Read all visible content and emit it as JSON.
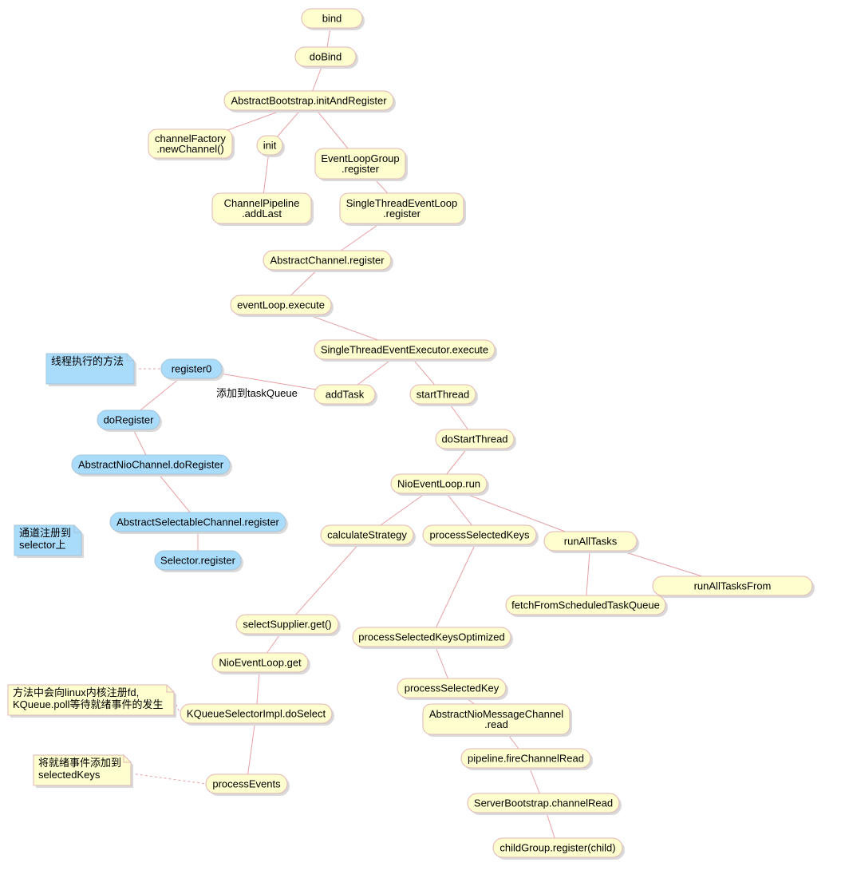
{
  "nodes": [
    {
      "id": "bind",
      "lines": [
        "bind"
      ],
      "color": "yellow"
    },
    {
      "id": "doBind",
      "lines": [
        "doBind"
      ],
      "color": "yellow"
    },
    {
      "id": "initAndRegister",
      "lines": [
        "AbstractBootstrap.initAndRegister"
      ],
      "color": "yellow"
    },
    {
      "id": "newChannel",
      "lines": [
        "channelFactory",
        ".newChannel()"
      ],
      "color": "yellow"
    },
    {
      "id": "init",
      "lines": [
        "init"
      ],
      "color": "yellow"
    },
    {
      "id": "elgRegister",
      "lines": [
        "EventLoopGroup",
        ".register"
      ],
      "color": "yellow"
    },
    {
      "id": "addLast",
      "lines": [
        "ChannelPipeline",
        ".addLast"
      ],
      "color": "yellow"
    },
    {
      "id": "steRegister",
      "lines": [
        "SingleThreadEventLoop",
        ".register"
      ],
      "color": "yellow"
    },
    {
      "id": "acRegister",
      "lines": [
        "AbstractChannel.register"
      ],
      "color": "yellow"
    },
    {
      "id": "elExecute",
      "lines": [
        "eventLoop.execute"
      ],
      "color": "yellow"
    },
    {
      "id": "steeExecute",
      "lines": [
        "SingleThreadEventExecutor.execute"
      ],
      "color": "yellow"
    },
    {
      "id": "register0",
      "lines": [
        "register0"
      ],
      "color": "blue"
    },
    {
      "id": "addTask",
      "lines": [
        "addTask"
      ],
      "color": "yellow"
    },
    {
      "id": "startThread",
      "lines": [
        "startThread"
      ],
      "color": "yellow"
    },
    {
      "id": "doRegister",
      "lines": [
        "doRegister"
      ],
      "color": "blue"
    },
    {
      "id": "doStartThread",
      "lines": [
        "doStartThread"
      ],
      "color": "yellow"
    },
    {
      "id": "ancDoRegister",
      "lines": [
        "AbstractNioChannel.doRegister"
      ],
      "color": "blue"
    },
    {
      "id": "nelRun",
      "lines": [
        "NioEventLoop.run"
      ],
      "color": "yellow"
    },
    {
      "id": "ascRegister",
      "lines": [
        "AbstractSelectableChannel.register"
      ],
      "color": "blue"
    },
    {
      "id": "calcStrategy",
      "lines": [
        "calculateStrategy"
      ],
      "color": "yellow"
    },
    {
      "id": "procSelKeys",
      "lines": [
        "processSelectedKeys"
      ],
      "color": "yellow"
    },
    {
      "id": "runAllTasks",
      "lines": [
        "runAllTasks"
      ],
      "color": "yellow"
    },
    {
      "id": "selRegister",
      "lines": [
        "Selector.register"
      ],
      "color": "blue"
    },
    {
      "id": "runAllTasksFrom",
      "lines": [
        "runAllTasksFrom"
      ],
      "color": "yellow"
    },
    {
      "id": "fetchSched",
      "lines": [
        "fetchFromScheduledTaskQueue"
      ],
      "color": "yellow"
    },
    {
      "id": "selSupplier",
      "lines": [
        "selectSupplier.get()"
      ],
      "color": "yellow"
    },
    {
      "id": "procSelKeysOpt",
      "lines": [
        "processSelectedKeysOptimized"
      ],
      "color": "yellow"
    },
    {
      "id": "nelGet",
      "lines": [
        "NioEventLoop.get"
      ],
      "color": "yellow"
    },
    {
      "id": "procSelKey",
      "lines": [
        "processSelectedKey"
      ],
      "color": "yellow"
    },
    {
      "id": "kqDoSelect",
      "lines": [
        "KQueueSelectorImpl.doSelect"
      ],
      "color": "yellow"
    },
    {
      "id": "anmcRead",
      "lines": [
        "AbstractNioMessageChannel",
        ".read"
      ],
      "color": "yellow"
    },
    {
      "id": "fireRead",
      "lines": [
        "pipeline.fireChannelRead"
      ],
      "color": "yellow"
    },
    {
      "id": "procEvents",
      "lines": [
        "processEvents"
      ],
      "color": "yellow"
    },
    {
      "id": "sbChannelRead",
      "lines": [
        "ServerBootstrap.channelRead"
      ],
      "color": "yellow"
    },
    {
      "id": "childRegister",
      "lines": [
        "childGroup.register(child)"
      ],
      "color": "yellow"
    }
  ],
  "edges": [
    [
      "bind",
      "doBind"
    ],
    [
      "doBind",
      "initAndRegister"
    ],
    [
      "initAndRegister",
      "newChannel"
    ],
    [
      "initAndRegister",
      "init"
    ],
    [
      "initAndRegister",
      "elgRegister"
    ],
    [
      "init",
      "addLast"
    ],
    [
      "elgRegister",
      "steRegister"
    ],
    [
      "steRegister",
      "acRegister"
    ],
    [
      "acRegister",
      "elExecute"
    ],
    [
      "elExecute",
      "steeExecute"
    ],
    [
      "steeExecute",
      "addTask"
    ],
    [
      "steeExecute",
      "startThread"
    ],
    [
      "register0",
      "addTask"
    ],
    [
      "register0",
      "doRegister"
    ],
    [
      "doRegister",
      "ancDoRegister"
    ],
    [
      "ancDoRegister",
      "ascRegister"
    ],
    [
      "ascRegister",
      "selRegister"
    ],
    [
      "startThread",
      "doStartThread"
    ],
    [
      "doStartThread",
      "nelRun"
    ],
    [
      "nelRun",
      "calcStrategy"
    ],
    [
      "nelRun",
      "procSelKeys"
    ],
    [
      "nelRun",
      "runAllTasks"
    ],
    [
      "runAllTasks",
      "fetchSched"
    ],
    [
      "runAllTasks",
      "runAllTasksFrom"
    ],
    [
      "calcStrategy",
      "selSupplier"
    ],
    [
      "selSupplier",
      "nelGet"
    ],
    [
      "nelGet",
      "kqDoSelect"
    ],
    [
      "kqDoSelect",
      "procEvents"
    ],
    [
      "procSelKeys",
      "procSelKeysOpt"
    ],
    [
      "procSelKeysOpt",
      "procSelKey"
    ],
    [
      "procSelKey",
      "anmcRead"
    ],
    [
      "anmcRead",
      "fireRead"
    ],
    [
      "fireRead",
      "sbChannelRead"
    ],
    [
      "sbChannelRead",
      "childRegister"
    ]
  ],
  "edge_label": {
    "text": "添加到taskQueue"
  },
  "notes": [
    {
      "id": "note-thread-method",
      "lines": [
        "线程执行的方法"
      ],
      "color": "blue",
      "target": "register0"
    },
    {
      "id": "note-channel-selector",
      "lines": [
        "通道注册到",
        "selector上"
      ],
      "color": "blue",
      "target": ""
    },
    {
      "id": "note-linux-fd",
      "lines": [
        "方法中会向linux内核注册fd,",
        "KQueue.poll等待就绪事件的发生"
      ],
      "color": "yellow",
      "target": "kqDoSelect"
    },
    {
      "id": "note-ready-events",
      "lines": [
        "将就绪事件添加到",
        "selectedKeys"
      ],
      "color": "yellow",
      "target": "procEvents"
    }
  ]
}
